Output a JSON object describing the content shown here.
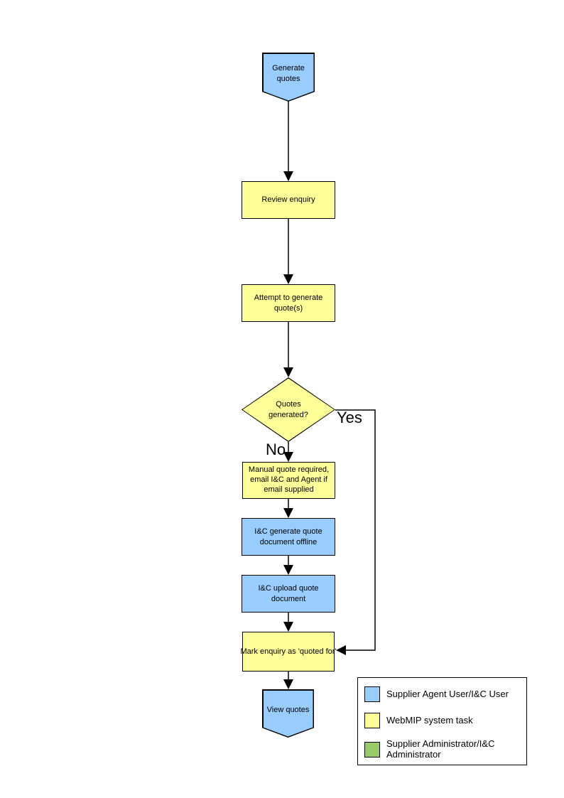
{
  "diagram": {
    "nodes": {
      "start": {
        "label": "Generate quotes",
        "shape": "pentagon-down",
        "color": "#99CCFF"
      },
      "review": {
        "label": "Review enquiry",
        "shape": "rect",
        "color": "#FFFF99"
      },
      "attempt": {
        "label": "Attempt to generate quote(s)",
        "shape": "rect",
        "color": "#FFFF99"
      },
      "decision": {
        "label": "Quotes generated?",
        "shape": "diamond",
        "color": "#FFFF99"
      },
      "manual": {
        "label": "Manual quote required, email I&C and Agent if email supplied",
        "shape": "rect",
        "color": "#FFFF99"
      },
      "ic_generate": {
        "label": "I&C generate quote document offline",
        "shape": "rect",
        "color": "#99CCFF"
      },
      "ic_upload": {
        "label": "I&C upload quote document",
        "shape": "rect",
        "color": "#99CCFF"
      },
      "mark": {
        "label": "Mark enquiry as 'quoted for'",
        "shape": "rect",
        "color": "#FFFF99"
      },
      "end": {
        "label": "View quotes",
        "shape": "pentagon-down",
        "color": "#99CCFF"
      }
    },
    "edge_labels": {
      "yes": "Yes",
      "no": "No"
    },
    "line_color": "#000000"
  },
  "legend": {
    "items": [
      {
        "label": "Supplier Agent User/I&C User",
        "color": "#99CCFF"
      },
      {
        "label": "WebMIP system task",
        "color": "#FFFF99"
      },
      {
        "label": "Supplier Administrator/I&C Administrator",
        "color": "#99CC66"
      }
    ]
  }
}
